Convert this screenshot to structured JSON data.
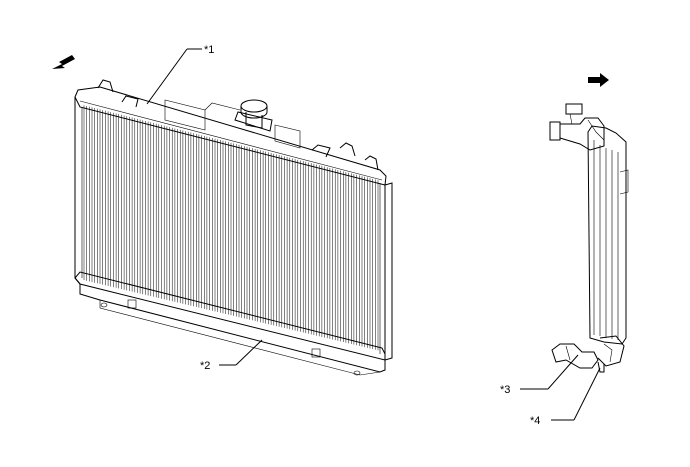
{
  "callouts": {
    "c1": "*1",
    "c2": "*2",
    "c3": "*3",
    "c4": "*4"
  },
  "icons": {
    "front_arrow": "arrow-left-down-icon",
    "side_arrow": "arrow-right-icon"
  },
  "colors": {
    "line": "#000000",
    "background": "#ffffff"
  }
}
